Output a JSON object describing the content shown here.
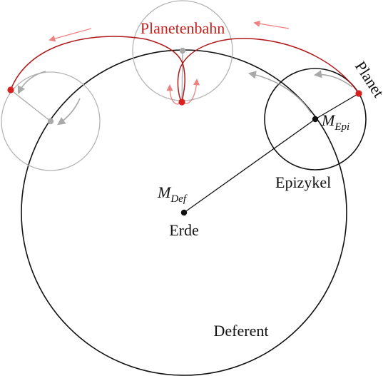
{
  "labels": {
    "orbit": "Planetenbahn",
    "planet": "Planet",
    "epicycle_center_main": "M",
    "epicycle_center_sub": "Epi",
    "epicycle": "Epizykel",
    "deferent_center_main": "M",
    "deferent_center_sub": "Def",
    "earth": "Erde",
    "deferent": "Deferent"
  },
  "colors": {
    "line": "#111111",
    "ghost": "#a9a9a9",
    "orbit": "#b0181a",
    "orbit_light": "#ee8080",
    "planet_dot": "#d8201e"
  }
}
